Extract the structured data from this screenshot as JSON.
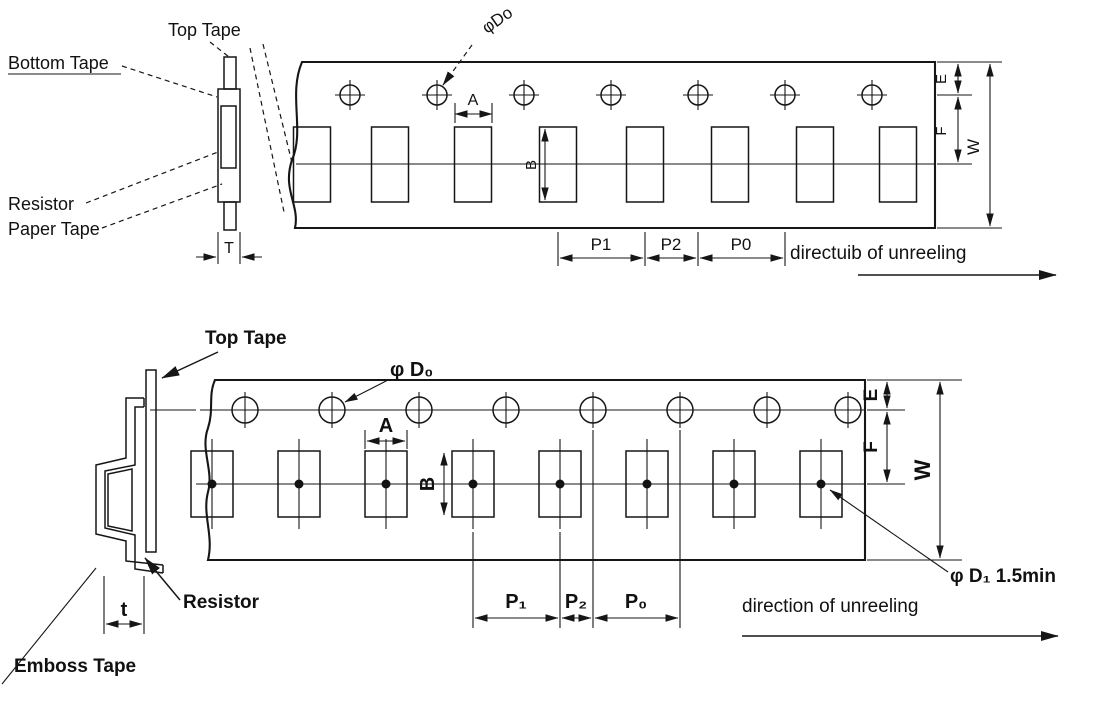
{
  "top_diagram": {
    "name": "paper-tape-carrier",
    "labels": {
      "top_tape": "Top Tape",
      "bottom_tape": "Bottom Tape",
      "resistor": "Resistor",
      "paper_tape": "Paper Tape",
      "hole_diameter": "φDo",
      "dim_a": "A",
      "dim_b": "B",
      "dim_t": "T",
      "dim_e": "E",
      "dim_f": "F",
      "dim_w": "W",
      "dim_p1": "P1",
      "dim_p2": "P2",
      "dim_p0": "P0",
      "direction": "directuib of unreeling"
    }
  },
  "bottom_diagram": {
    "name": "emboss-tape-carrier",
    "labels": {
      "top_tape": "Top Tape",
      "resistor": "Resistor",
      "emboss_tape": "Emboss Tape",
      "hole_diameter": "φ D₀",
      "dim_a": "A",
      "dim_b": "B",
      "dim_t": "t",
      "dim_e": "E",
      "dim_f": "F",
      "dim_w": "W",
      "dim_p1": "P₁",
      "dim_p2": "P₂",
      "dim_p0": "P₀",
      "d1_note": "φ D₁ 1.5min",
      "direction": "direction of unreeling"
    }
  }
}
